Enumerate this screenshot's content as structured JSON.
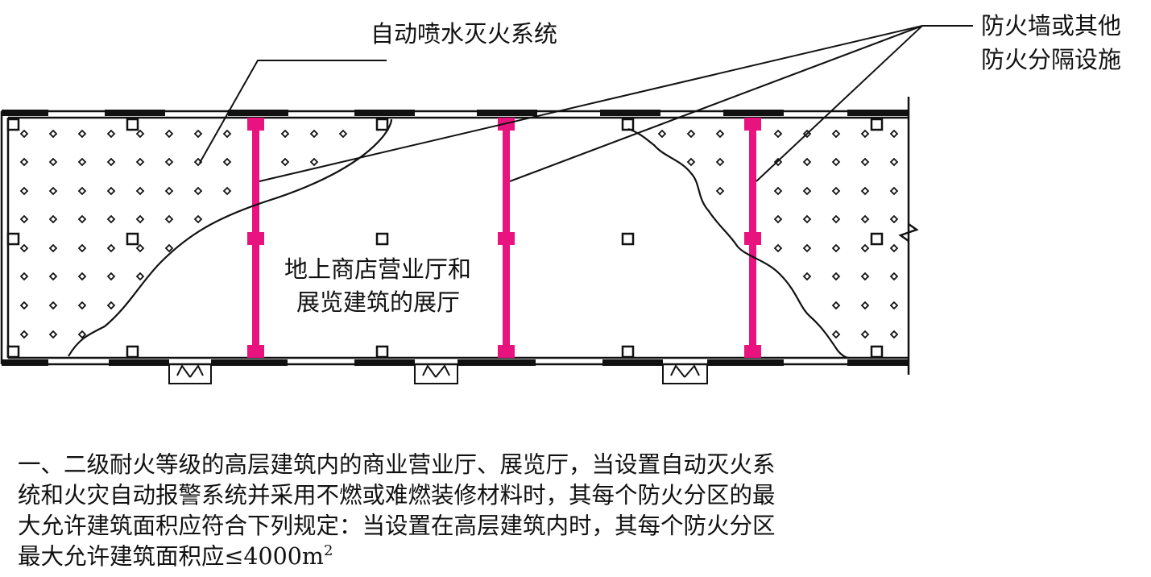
{
  "labels": {
    "sprinkler": "自动喷水灭火系统",
    "firewall_line1": "防火墙或其他",
    "firewall_line2": "防火分隔设施",
    "hall_line1": "地上商店营业厅和",
    "hall_line2": "展览建筑的展厅"
  },
  "caption": {
    "line1": "一、二级耐火等级的高层建筑内的商业营业厅、展览厅，当设置自动灭火系",
    "line2": "统和火灾自动报警系统并采用不燃或难燃装修材料时，其每个防火分区的最",
    "line3": "大允许建筑面积应符合下列规定：当设置在高层建筑内时，其每个防火分区",
    "line4_text": "最大允许建筑面积应≤4000m",
    "line4_sup": "2"
  },
  "colors": {
    "firewall": "#e8137f",
    "line": "#111111"
  }
}
